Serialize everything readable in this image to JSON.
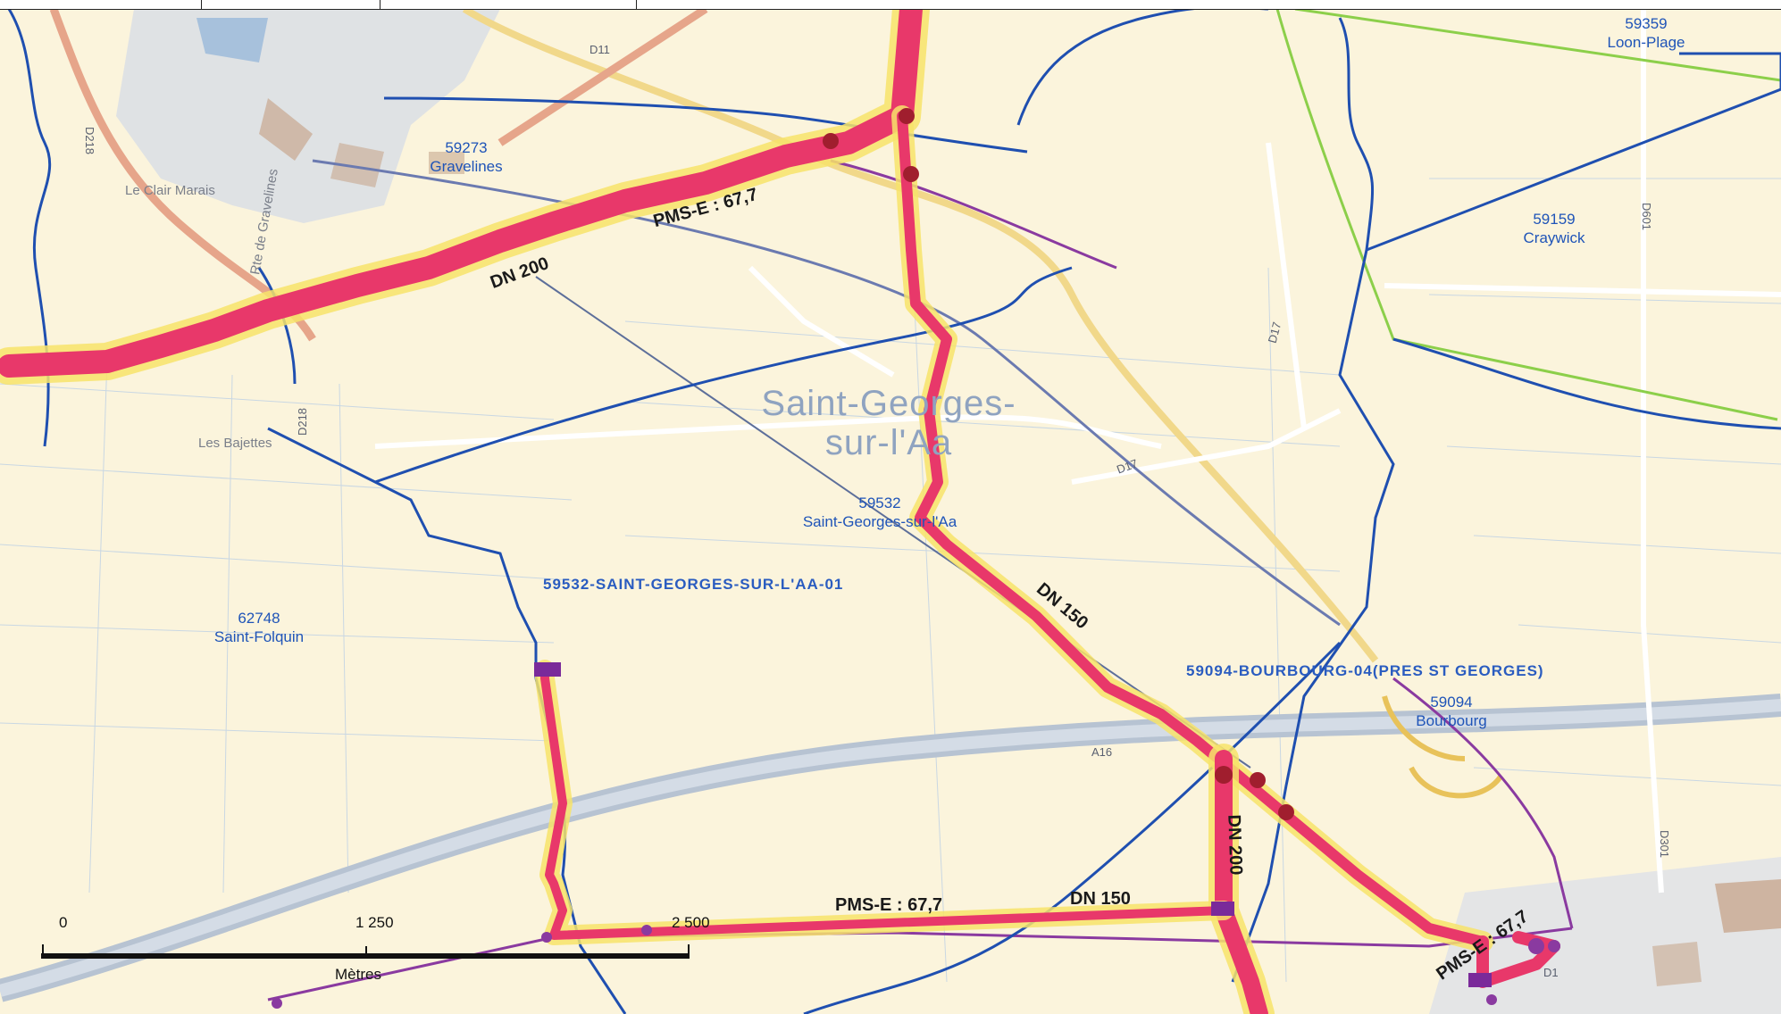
{
  "map": {
    "communes": [
      {
        "code": "59359",
        "name": "Loon-Plage"
      },
      {
        "code": "59273",
        "name": "Gravelines"
      },
      {
        "code": "59159",
        "name": "Craywick"
      },
      {
        "code": "59532",
        "name": "Saint-Georges-sur-l'Aa"
      },
      {
        "code": "62748",
        "name": "Saint-Folquin"
      },
      {
        "code": "59094",
        "name": "Bourbourg"
      }
    ],
    "town_label": {
      "line1": "Saint-Georges-",
      "line2": "sur-l'Aa"
    },
    "stations": [
      "59532-SAINT-GEORGES-SUR-L'AA-01",
      "59094-BOURBOURG-04(PRES ST GEORGES)"
    ],
    "pipeline_labels": {
      "dn200_west": "DN 200",
      "pms_north": "PMS-E : 67,7",
      "dn150_diag": "DN 150",
      "dn200_south": "DN 200",
      "pms_south": "PMS-E : 67,7",
      "dn150_south": "DN 150",
      "pms_east": "PMS-E : 67,7"
    },
    "roads": {
      "d11": "D11",
      "d17a": "D17",
      "d17b": "D17",
      "a16": "A16",
      "d218a": "D218",
      "d218b": "D218",
      "d601": "D601",
      "d301": "D301",
      "d1": "D1"
    },
    "places": {
      "les_bajettes": "Les Bajettes",
      "le_clair_marais": "Le Clair Marais",
      "rte_gravelines": "Rte de Gravelines"
    },
    "scale_bar": {
      "ticks": [
        "0",
        "1 250",
        "2 500"
      ],
      "unit": "Mètres"
    },
    "colors": {
      "pipeline": "#e8386a",
      "pipeline_halo": "#f7e36a",
      "commune_border": "#1f4fb0",
      "green_border": "#8ccf4a",
      "purple_line": "#8a3aa0",
      "background": "#fbf4dc"
    }
  }
}
